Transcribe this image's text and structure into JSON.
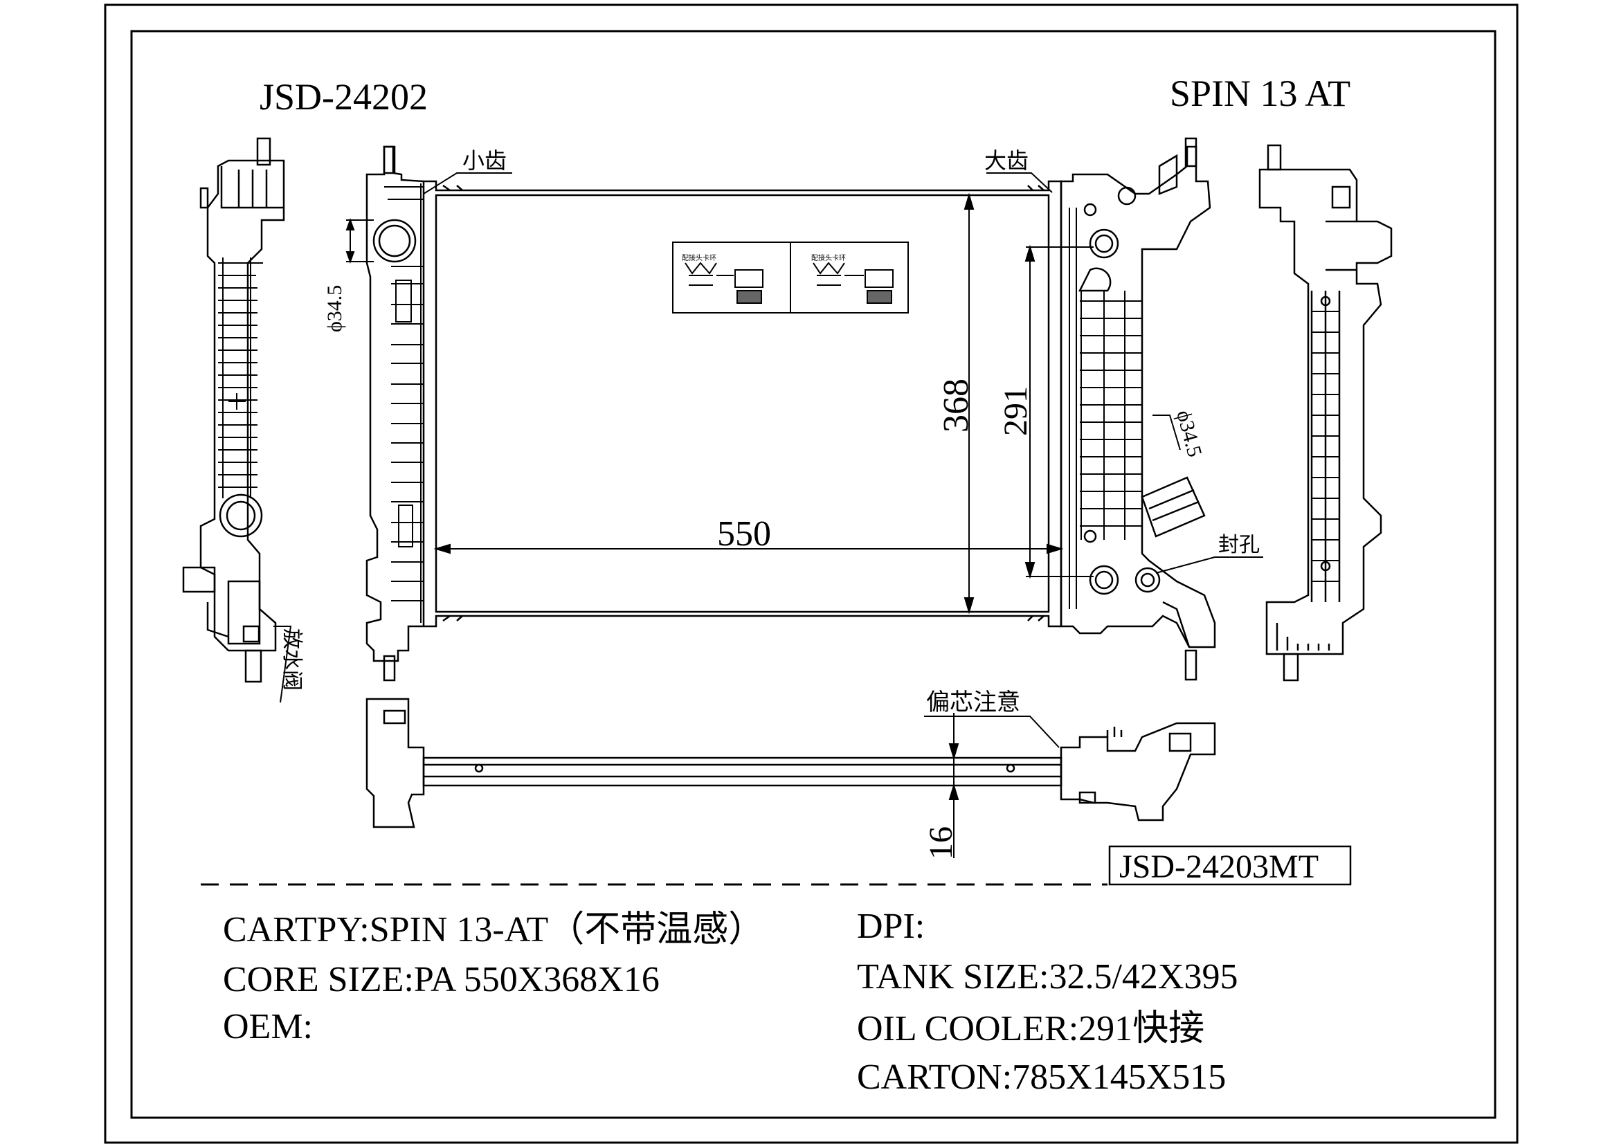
{
  "header": {
    "part_no": "JSD-24202",
    "model": "SPIN 13 AT"
  },
  "callouts": {
    "small_teeth": "小齿",
    "large_teeth": "大齿",
    "drain_valve": "放水阀",
    "sealed_hole": "封孔",
    "offset_note": "偏芯注意",
    "fitting_label_1": "配接头卡环",
    "fitting_label_2": "配接头卡环"
  },
  "dimensions": {
    "width": "550",
    "height": "368",
    "oil_cooler_span": "291",
    "inlet_dia": "ϕ34.5",
    "outlet_dia": "ϕ34.5",
    "core_thickness": "16"
  },
  "ref_box": "JSD-24203MT",
  "specs": {
    "cartpy": "CARTPY:SPIN 13-AT（不带温感）",
    "core_size": "CORE SIZE:PA 550X368X16",
    "oem": "OEM:",
    "dpi": "DPI:",
    "tank_size": "TANK SIZE:32.5/42X395",
    "oil_cooler": "OIL COOLER:291快接",
    "carton": "CARTON:785X145X515"
  }
}
